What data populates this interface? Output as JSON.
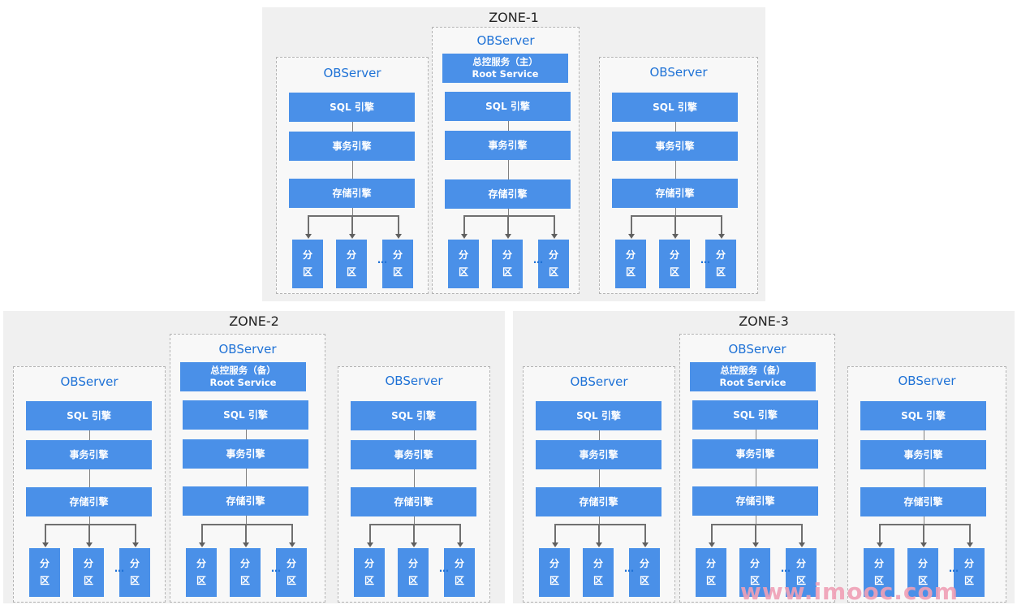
{
  "zones": [
    {
      "title": "ZONE-1",
      "servers": [
        {
          "title": "OBServer",
          "root_service": null
        },
        {
          "title": "OBServer",
          "root_service": {
            "line1": "总控服务（主）",
            "line2": "Root Service"
          }
        },
        {
          "title": "OBServer",
          "root_service": null
        }
      ]
    },
    {
      "title": "ZONE-2",
      "servers": [
        {
          "title": "OBServer",
          "root_service": null
        },
        {
          "title": "OBServer",
          "root_service": {
            "line1": "总控服务（备）",
            "line2": "Root Service"
          }
        },
        {
          "title": "OBServer",
          "root_service": null
        }
      ]
    },
    {
      "title": "ZONE-3",
      "servers": [
        {
          "title": "OBServer",
          "root_service": null
        },
        {
          "title": "OBServer",
          "root_service": {
            "line1": "总控服务（备）",
            "line2": "Root Service"
          }
        },
        {
          "title": "OBServer",
          "root_service": null
        }
      ]
    }
  ],
  "engines": {
    "sql": "SQL 引擎",
    "transaction": "事务引擎",
    "storage": "存储引擎"
  },
  "partition": {
    "line1": "分",
    "line2": "区"
  },
  "ellipsis": "…",
  "watermark": "www.imooc.com",
  "colors": {
    "block": "#4a90e8",
    "server_title": "#1f72d6",
    "zone_bg": "#f0f0f0",
    "watermark": "#f0a0b6"
  }
}
